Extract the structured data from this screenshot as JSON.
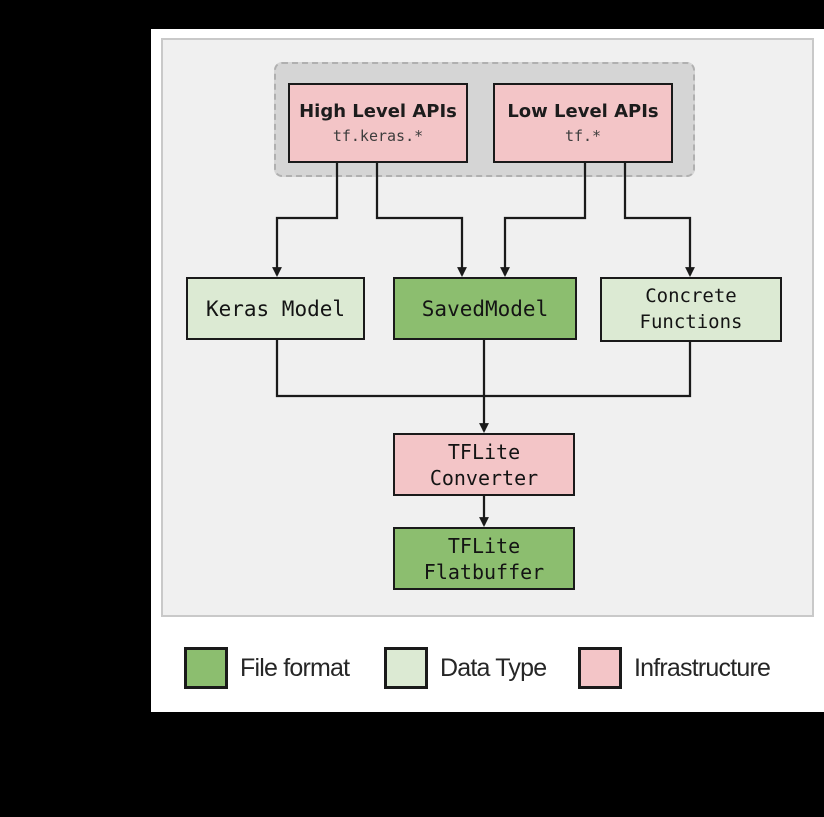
{
  "window": {
    "background": "#000000",
    "page_background": "#ffffff"
  },
  "panel": {
    "background": "#f0f0f0",
    "border_color": "#c9c9c9"
  },
  "api_container": {
    "background": "#d5d5d5",
    "border_color": "#b0b0b0"
  },
  "colors": {
    "file_format": "#8cbe6f",
    "data_type": "#dcead3",
    "infrastructure": "#f3c5c7",
    "edge": "#1a1a1a"
  },
  "boxes": {
    "high_level": {
      "title": "High Level APIs",
      "subtitle": "tf.keras.*",
      "type": "infrastructure"
    },
    "low_level": {
      "title": "Low Level APIs",
      "subtitle": "tf.*",
      "type": "infrastructure"
    },
    "keras_model": {
      "label": "Keras Model",
      "type": "data_type"
    },
    "saved_model": {
      "label": "SavedModel",
      "type": "file_format"
    },
    "concrete_functions": {
      "line1": "Concrete",
      "line2": "Functions",
      "type": "data_type"
    },
    "tflite_converter": {
      "line1": "TFLite",
      "line2": "Converter",
      "type": "infrastructure"
    },
    "tflite_flatbuffer": {
      "line1": "TFLite",
      "line2": "Flatbuffer",
      "type": "file_format"
    }
  },
  "edges": [
    {
      "from": "high-level-apis",
      "to": "keras-model"
    },
    {
      "from": "high-level-apis",
      "to": "saved-model"
    },
    {
      "from": "low-level-apis",
      "to": "saved-model"
    },
    {
      "from": "low-level-apis",
      "to": "concrete-functions"
    },
    {
      "from": "keras-model",
      "to": "tflite-converter"
    },
    {
      "from": "saved-model",
      "to": "tflite-converter"
    },
    {
      "from": "concrete-functions",
      "to": "tflite-converter"
    },
    {
      "from": "tflite-converter",
      "to": "tflite-flatbuffer"
    }
  ],
  "legend": {
    "items": [
      {
        "label": "File format",
        "color": "#8cbe6f"
      },
      {
        "label": "Data Type",
        "color": "#dcead3"
      },
      {
        "label": "Infrastructure",
        "color": "#f3c5c7"
      }
    ]
  }
}
